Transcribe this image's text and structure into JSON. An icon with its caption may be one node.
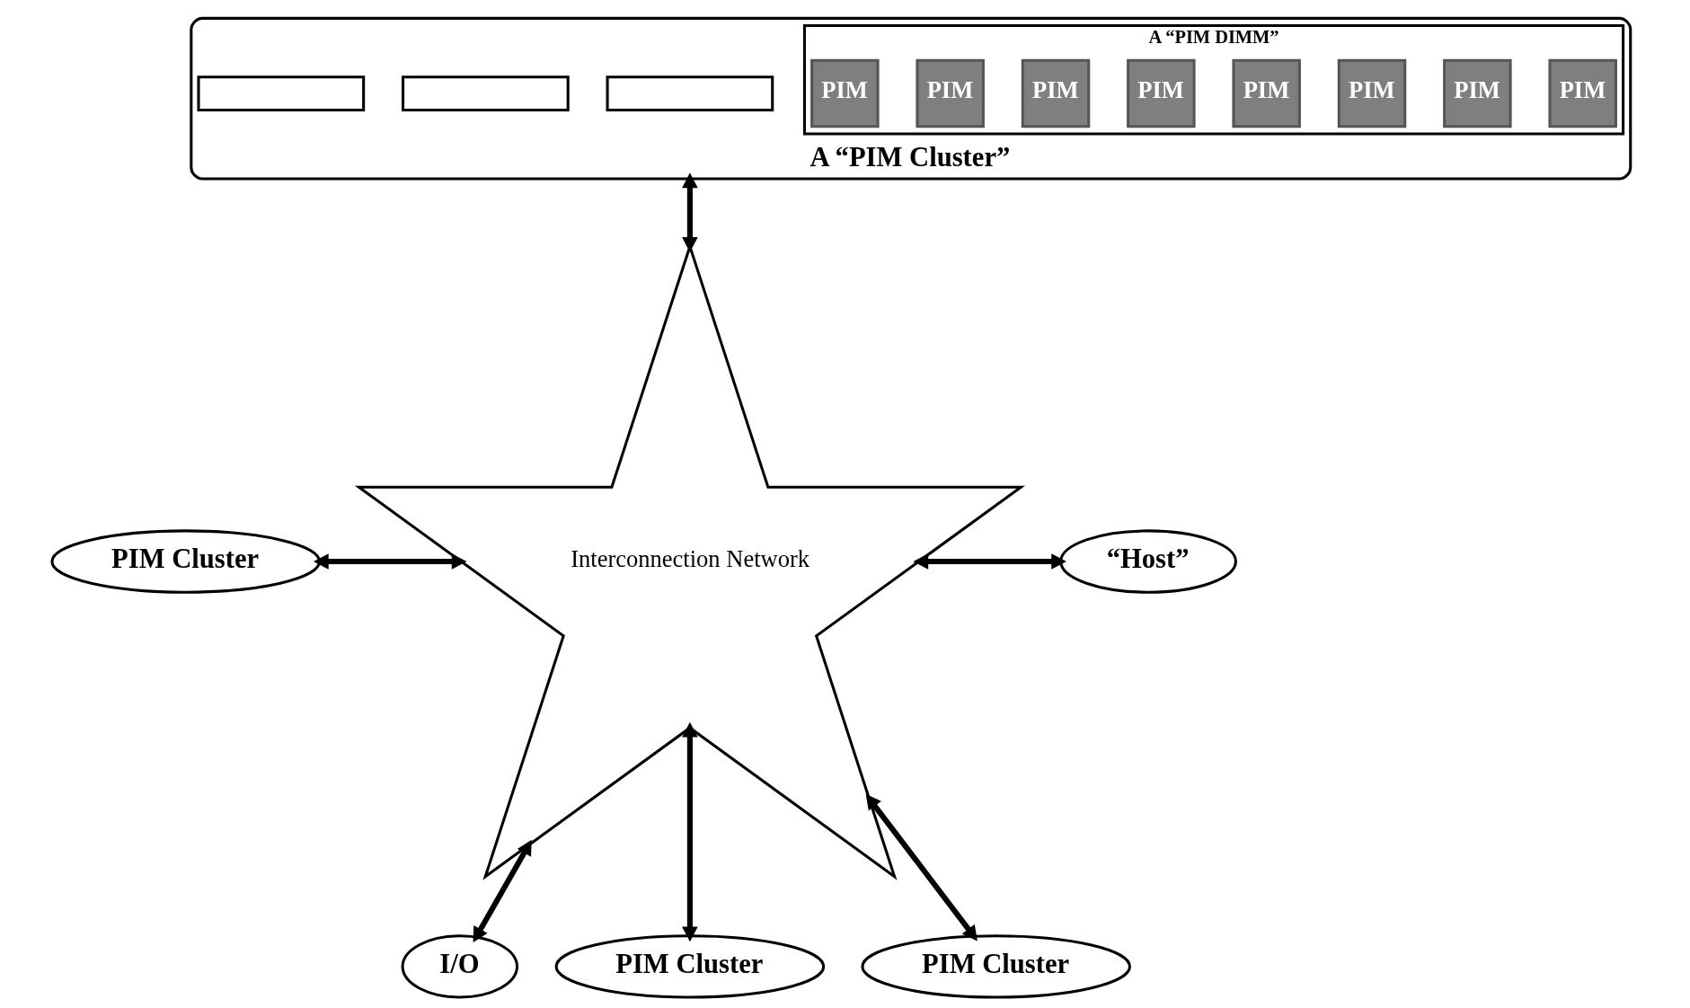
{
  "diagram": {
    "nodes": [
      {
        "text": [
          "A “PIM Cluster”"
        ]
      },
      {
        "text": [],
        "shape": "box",
        "in": 0
      },
      {
        "text": [],
        "shape": "box",
        "in": 0
      },
      {
        "text": [],
        "shape": "box",
        "in": 0
      },
      {
        "text": [
          "A “PIM DIMM”"
        ],
        "in": 0
      },
      {
        "text": [
          "PIM"
        ],
        "in": 4
      },
      {
        "text": [
          "PIM"
        ],
        "in": 4
      },
      {
        "text": [
          "PIM"
        ],
        "in": 4
      },
      {
        "text": [
          "PIM"
        ],
        "in": 4
      },
      {
        "text": [
          "PIM"
        ],
        "in": 4
      },
      {
        "text": [
          "PIM"
        ],
        "in": 4
      },
      {
        "text": [
          "PIM"
        ],
        "in": 4
      },
      {
        "text": [
          "PIM"
        ],
        "in": 4
      },
      {
        "text": [
          "“Host”"
        ]
      },
      {
        "text": [
          "PIM Cluster"
        ]
      },
      {
        "text": [
          "Interconnection Network"
        ]
      },
      {
        "text": [
          "I/O"
        ]
      },
      {
        "text": [
          "PIM Cluster"
        ]
      },
      {
        "text": [
          "PIM Cluster"
        ]
      }
    ],
    "edges": [
      {
        "from": 15,
        "to": 0,
        "arrow": "both"
      },
      {
        "from": 14,
        "to": 15,
        "arrow": "both"
      },
      {
        "from": 15,
        "to": 13,
        "arrow": "both"
      },
      {
        "from": 16,
        "to": 15,
        "arrow": "both"
      },
      {
        "from": 15,
        "to": 18,
        "arrow": "both"
      },
      {
        "from": 15,
        "to": 17,
        "arrow": "both"
      }
    ]
  }
}
